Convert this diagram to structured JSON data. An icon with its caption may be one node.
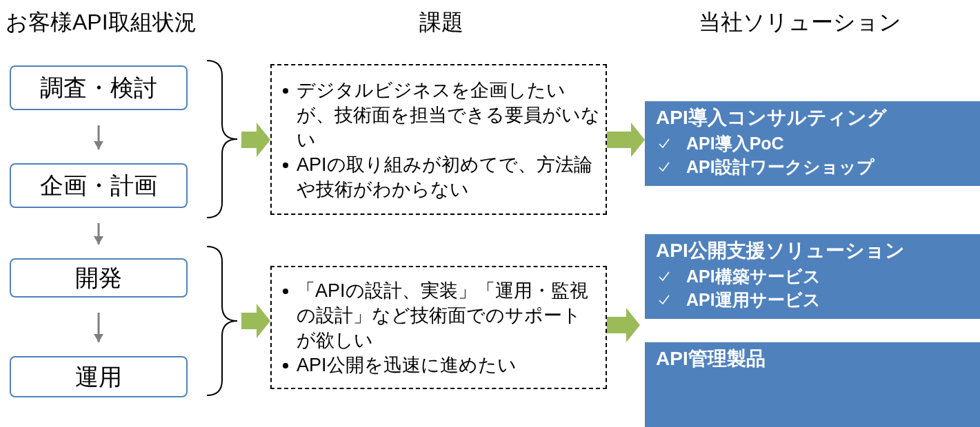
{
  "diagram": {
    "nodes": [
      {
        "text": [
          "調査・検討"
        ]
      },
      {
        "text": [
          "企画・計画"
        ]
      },
      {
        "text": [
          "開発"
        ]
      },
      {
        "text": [
          "運用"
        ]
      },
      {
        "text": [
          "デジタルビジネスを企画したいが、技術面を担当できる要員がいない",
          "APIの取り組みが初めてで、方法論や技術がわからない"
        ]
      },
      {
        "text": [
          "「APIの設計、実装」「運用・監視の設計」など技術面でのサポートが欲しい",
          "API公開を迅速に進めたい"
        ]
      },
      {
        "text": [
          "API導入コンサルティング",
          "API導入PoC",
          "API設計ワークショップ"
        ]
      },
      {
        "text": [
          "API公開支援ソリューション",
          "API構築サービス",
          "API運用サービス"
        ]
      },
      {
        "text": [
          "API管理製品"
        ]
      }
    ],
    "edges": [
      {
        "from": 0,
        "to": 1,
        "arrow": "to",
        "color": "#7f7f7f"
      },
      {
        "from": 1,
        "to": 2,
        "arrow": "to",
        "color": "#7f7f7f"
      },
      {
        "from": 2,
        "to": 3,
        "arrow": "to",
        "color": "#7f7f7f"
      },
      {
        "from": null,
        "to": 4,
        "arrow": "to",
        "style": "thick",
        "color": "#9bbb59"
      },
      {
        "from": 4,
        "to": 6,
        "arrow": "to",
        "style": "thick",
        "color": "#9bbb59"
      },
      {
        "from": null,
        "to": 5,
        "arrow": "to",
        "style": "thick",
        "color": "#9bbb59"
      },
      {
        "from": 5,
        "to": null,
        "arrow": "to",
        "style": "thick",
        "color": "#9bbb59"
      }
    ],
    "labels": [
      "お客様API取組状況",
      "課題",
      "当社ソリューション"
    ]
  }
}
